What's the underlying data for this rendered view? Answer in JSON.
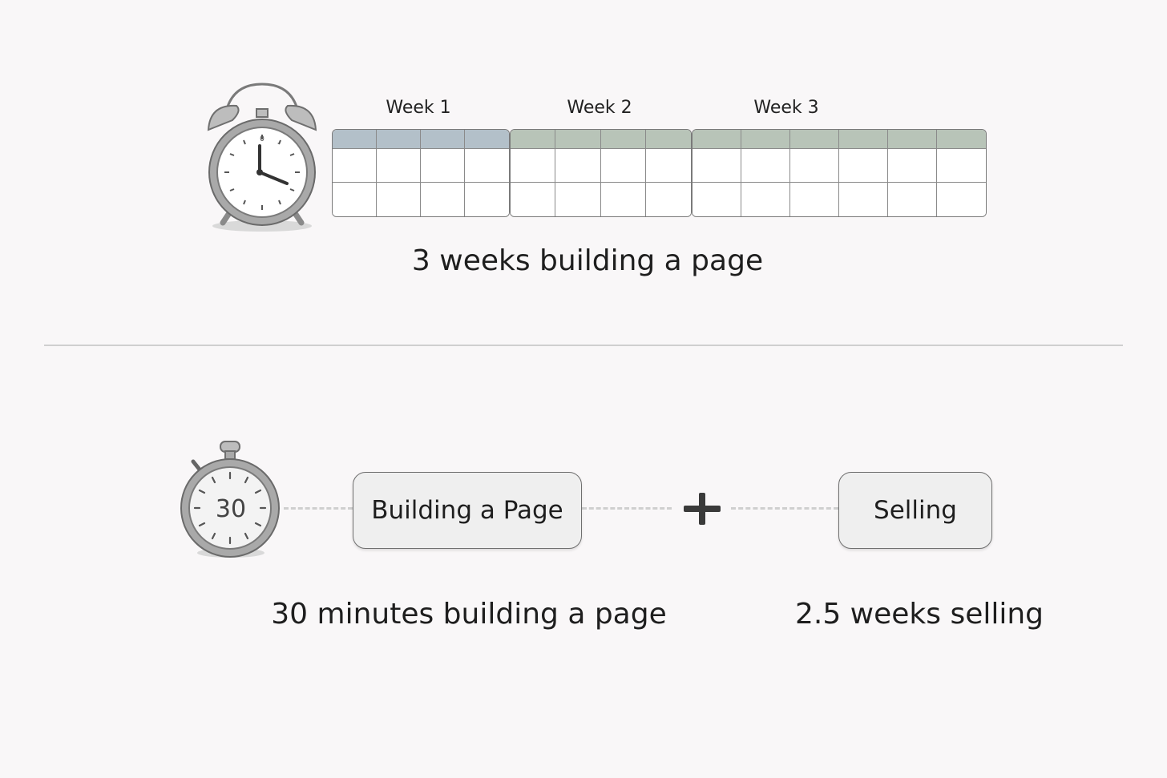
{
  "top": {
    "weeks": [
      {
        "label": "Week 1",
        "columns": 4,
        "color": "#b3c0c9"
      },
      {
        "label": "Week 2",
        "columns": 4,
        "color": "#b8c4b8"
      },
      {
        "label": "Week 3",
        "columns": 6,
        "color": "#b8c4b8"
      }
    ],
    "caption": "3 weeks building a page",
    "icon": "alarm-clock-icon"
  },
  "bottom": {
    "timer_number": "30",
    "timer_icon": "stopwatch-icon",
    "box_building": "Building a Page",
    "operator": "+",
    "box_selling": "Selling",
    "caption_building": "30 minutes building a page",
    "caption_selling": "2.5 weeks selling"
  }
}
